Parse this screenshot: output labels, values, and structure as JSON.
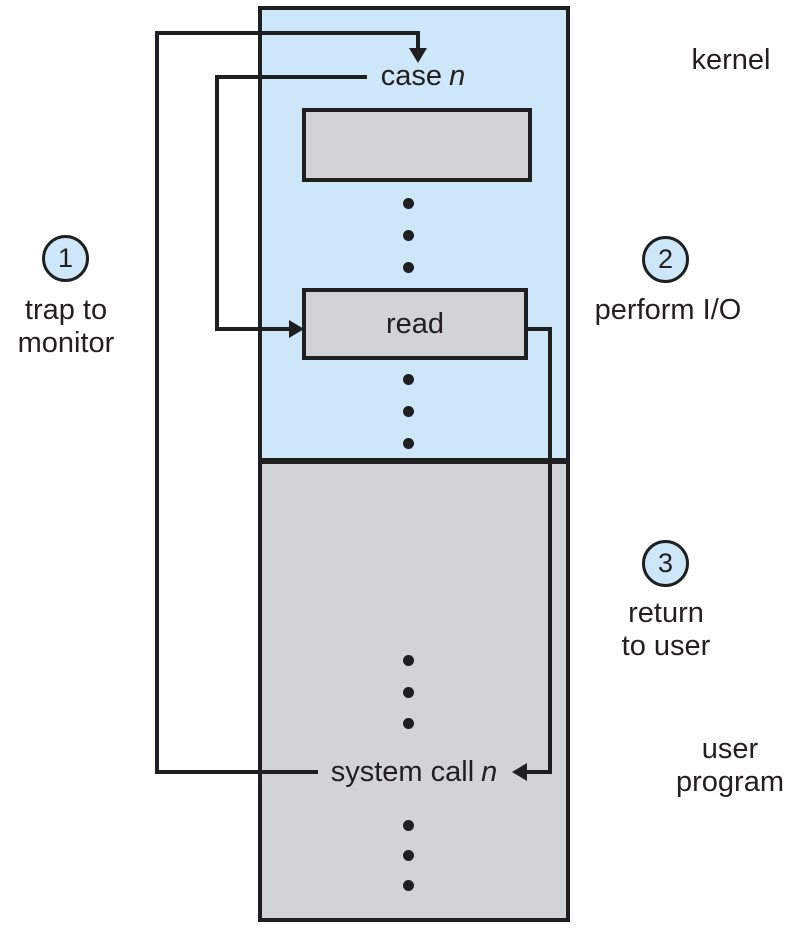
{
  "regions": {
    "kernel_label": "kernel",
    "user_label_lines": [
      "user",
      "program"
    ]
  },
  "code": {
    "case_text": "case",
    "case_operand": "n",
    "read_label": "read",
    "syscall_text": "system call",
    "syscall_operand": "n"
  },
  "steps": [
    {
      "number": "1",
      "lines": [
        "trap to",
        "monitor"
      ]
    },
    {
      "number": "2",
      "lines": [
        "perform I/O"
      ]
    },
    {
      "number": "3",
      "lines": [
        "return",
        "to user"
      ]
    }
  ],
  "colors": {
    "kernel_fill": "#cee7f8",
    "user_fill": "#d2d3d5",
    "box_fill": "#d2d3d5",
    "line": "#1f1f21",
    "text": "#231f20",
    "background": "#ffffff"
  }
}
